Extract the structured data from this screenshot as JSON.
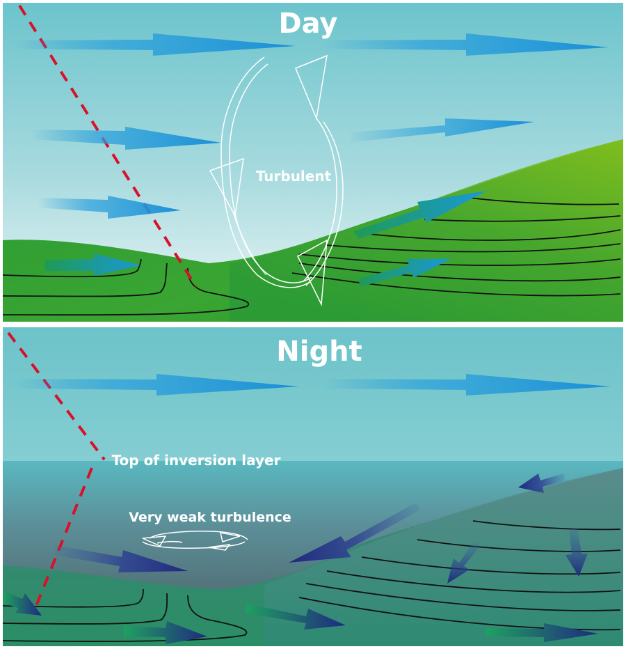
{
  "day": {
    "title": "Day",
    "label_turbulent": "Turbulent"
  },
  "night": {
    "title": "Night",
    "label_inversion": "Top of inversion layer",
    "label_weak": "Very weak turbulence"
  },
  "colors": {
    "sky_top": "#6cc4cc",
    "sky_bottom": "#e8f4f4",
    "ground_green": "#2f9e3a",
    "ground_light": "#8fc21c",
    "wind_blue": "#1f96d8",
    "cold_air_navy": "#24307e",
    "inversion_teal": "#2d8a7e",
    "guide_red": "#d8102a"
  },
  "icons": [
    "wind-arrow-icon",
    "turbulence-loop-icon",
    "cold-drainage-arrow-icon"
  ]
}
